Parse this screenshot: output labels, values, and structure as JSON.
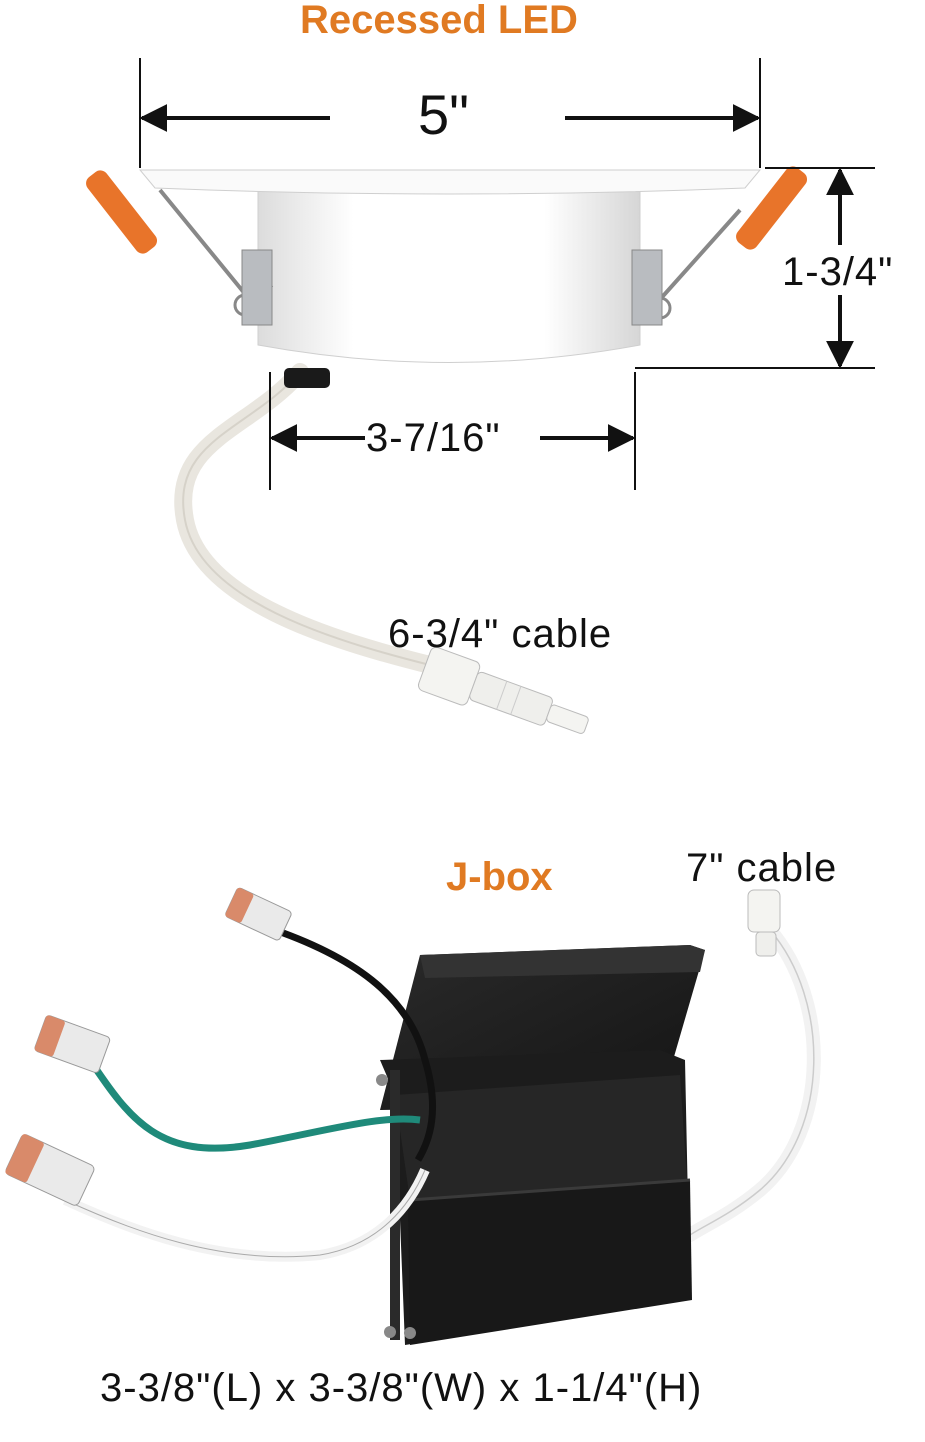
{
  "led": {
    "title": "Recessed LED",
    "width_label": "5\"",
    "height_label": "1-3/4\"",
    "body_width_label": "3-7/16\"",
    "cable_label": "6-3/4\" cable"
  },
  "jbox": {
    "title": "J-box",
    "cable_label": "7\" cable",
    "size_label": "3-3/8\"(L) x 3-3/8\"(W) x 1-1/4\"(H)"
  },
  "colors": {
    "accent": "#e07a22",
    "clip_orange": "#e8742a",
    "box_black": "#1c1c1c",
    "wire_green": "#1f8a7a",
    "wire_black": "#111111",
    "wire_white": "#f2f2f2"
  }
}
